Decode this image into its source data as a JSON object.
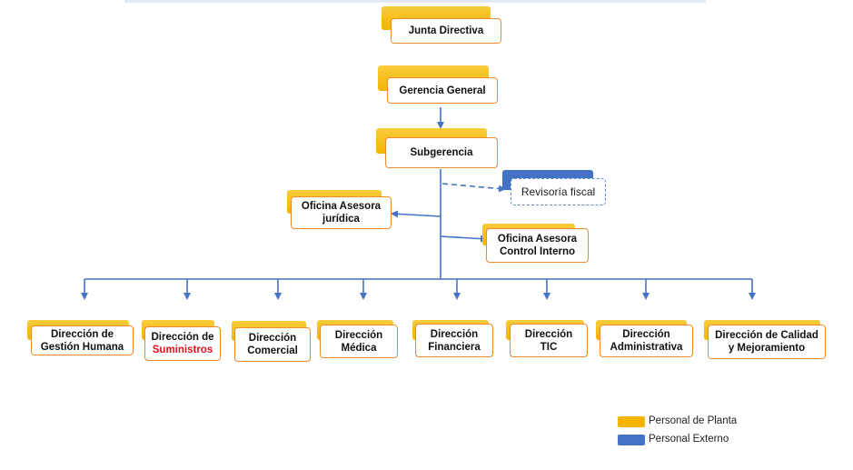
{
  "nodes": {
    "junta": {
      "label": "Junta Directiva",
      "type": "planta"
    },
    "gerencia": {
      "label": "Gerencia General",
      "type": "planta"
    },
    "subgerencia": {
      "label": "Subgerencia",
      "type": "planta"
    },
    "revisoria": {
      "label": "Revisoría fiscal",
      "type": "externo"
    },
    "juridica": {
      "line1": "Oficina Asesora",
      "line2": "jurídica",
      "type": "planta"
    },
    "control": {
      "line1": "Oficina Asesora",
      "line2": "Control Interno",
      "type": "planta"
    }
  },
  "directions": [
    {
      "line1": "Dirección de",
      "line2": "Gestión Humana",
      "type": "planta"
    },
    {
      "line1": "Dirección de",
      "line2": "Suministros",
      "line2_color": "#e3121b",
      "type": "planta"
    },
    {
      "line1": "Dirección",
      "line2": "Comercial",
      "type": "planta"
    },
    {
      "line1": "Dirección",
      "line2": "Médica",
      "type": "planta"
    },
    {
      "line1": "Dirección",
      "line2": "Financiera",
      "type": "planta"
    },
    {
      "line1": "Dirección",
      "line2": "TIC",
      "type": "planta"
    },
    {
      "line1": "Dirección",
      "line2": "Administrativa",
      "type": "planta"
    },
    {
      "line1": "Dirección de Calidad",
      "line2": "y Mejoramiento",
      "type": "planta"
    }
  ],
  "legend": [
    {
      "label": "Personal de Planta",
      "color": "#f4b400"
    },
    {
      "label": "Personal Externo",
      "color": "#4472c4"
    }
  ],
  "colors": {
    "connector": "#4472c4",
    "box_border": "#ef8a2e",
    "planta": "#f4b400",
    "externo": "#4472c4"
  }
}
